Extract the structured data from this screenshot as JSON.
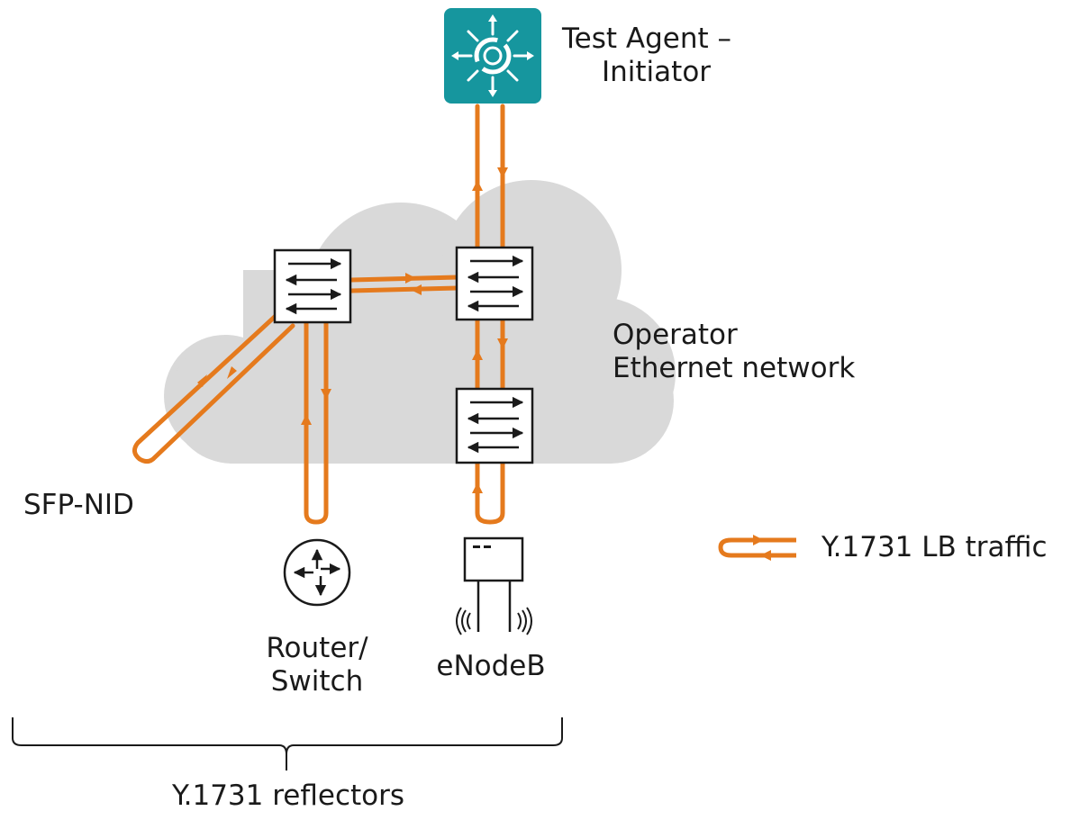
{
  "labels": {
    "test_agent_line1": "Test Agent –",
    "test_agent_line2": "Initiator",
    "network_line1": "Operator",
    "network_line2": "Ethernet network",
    "sfp_nid": "SFP-NID",
    "router_line1": "Router/",
    "router_line2": "Switch",
    "enodeb": "eNodeB",
    "reflectors": "Y.1731 reflectors"
  },
  "legend": {
    "traffic": "Y.1731 LB traffic"
  },
  "colors": {
    "traffic": "#e57a1d",
    "cloud": "#d9d9d9",
    "agent": "#16969e",
    "outline": "#1a1a1a"
  },
  "icons": {
    "agent": "test-agent-icon",
    "switch": "ethernet-switch-icon",
    "router": "router-icon",
    "enodeb": "enodeb-icon"
  }
}
